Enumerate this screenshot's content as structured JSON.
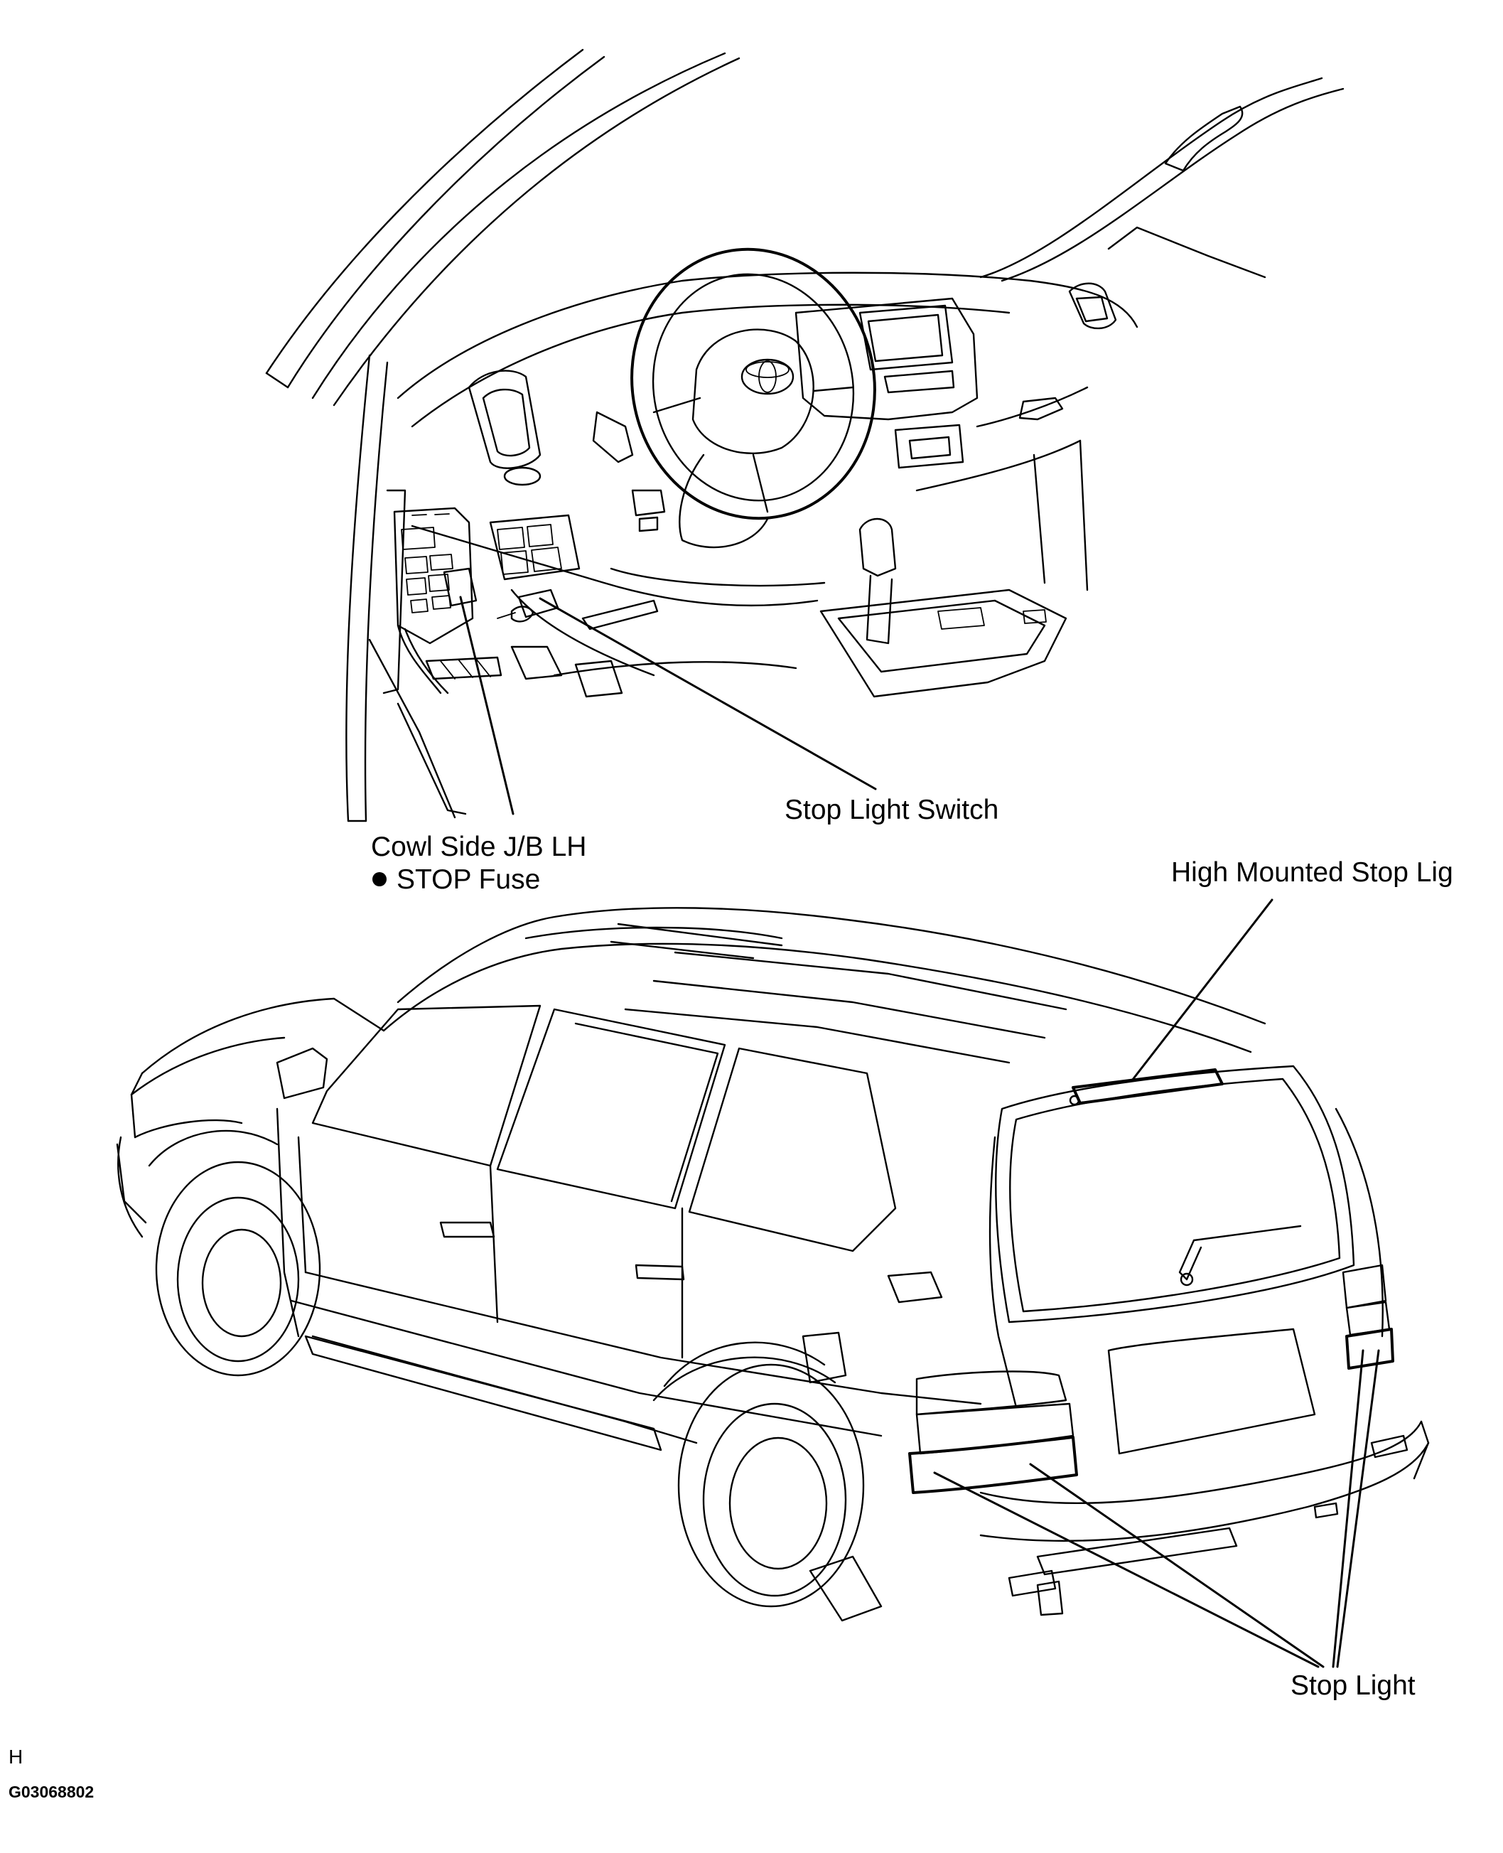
{
  "labels": {
    "stop_light_switch": "Stop Light Switch",
    "cowl_side_jb": "Cowl Side J/B LH",
    "stop_fuse": "STOP Fuse",
    "high_mounted_stop_light": "High Mounted Stop Lig",
    "stop_light": "Stop Light"
  },
  "footer": {
    "section_letter": "H",
    "figure_code": "G03068802"
  }
}
